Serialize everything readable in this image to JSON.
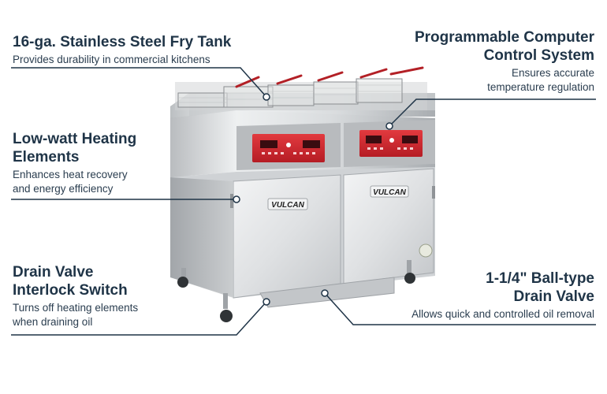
{
  "brand": {
    "name": "VULCAN",
    "accent_color": "#1f3447",
    "panel_color": "#c8202a"
  },
  "callouts": {
    "fry_tank": {
      "title": "16-ga. Stainless Steel Fry Tank",
      "desc": "Provides durability in commercial kitchens"
    },
    "computer_control": {
      "title_line1": "Programmable Computer",
      "title_line2": "Control System",
      "desc_line1": "Ensures accurate",
      "desc_line2": "temperature regulation"
    },
    "heating_elements": {
      "title_line1": "Low-watt Heating",
      "title_line2": "Elements",
      "desc_line1": "Enhances heat recovery",
      "desc_line2": "and energy efficiency"
    },
    "drain_interlock": {
      "title_line1": "Drain Valve",
      "title_line2": "Interlock Switch",
      "desc_line1": "Turns off heating elements",
      "desc_line2": "when draining oil"
    },
    "ball_drain": {
      "title_line1": "1-1/4\" Ball-type",
      "title_line2": "Drain Valve",
      "desc": "Allows quick and controlled oil removal"
    }
  }
}
